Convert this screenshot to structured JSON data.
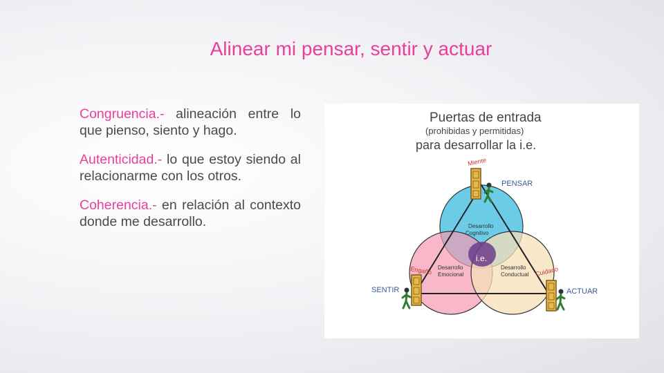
{
  "slide": {
    "title": "Alinear mi pensar, sentir y actuar",
    "paragraphs": [
      {
        "term": "Congruencia.-",
        "text": " alineación entre lo que pienso, siento y hago."
      },
      {
        "term": "Autenticidad.-",
        "text": " lo que estoy siendo al relacionarme con los otros."
      },
      {
        "term": "Coherencia.-",
        "text": " en relación al contexto donde me desarrollo."
      }
    ]
  },
  "diagram": {
    "title": "Puertas de entrada",
    "subtitle": "(prohibidas y permitidas)",
    "subtitle2": "para desarrollar la i.e.",
    "nodes": {
      "pensar": "PENSAR",
      "sentir": "SENTIR",
      "actuar": "ACTUAR"
    },
    "door_labels": {
      "top": "Miente",
      "left": "Engaño",
      "right": "Cuidado"
    },
    "circles": {
      "cognitivo": [
        "Desarrollo",
        "Cognitivo"
      ],
      "emocional": [
        "Desarrollo",
        "Emocional"
      ],
      "conductual": [
        "Desarrollo",
        "Conductual"
      ]
    },
    "center": "i.e.",
    "colors": {
      "cognitivo": "#5cc6e6",
      "emocional": "#f59ab2",
      "conductual": "#f7dfb8",
      "accent": "#e8409a",
      "label_blue": "#3a5a9a",
      "label_red": "#c0392b"
    }
  }
}
